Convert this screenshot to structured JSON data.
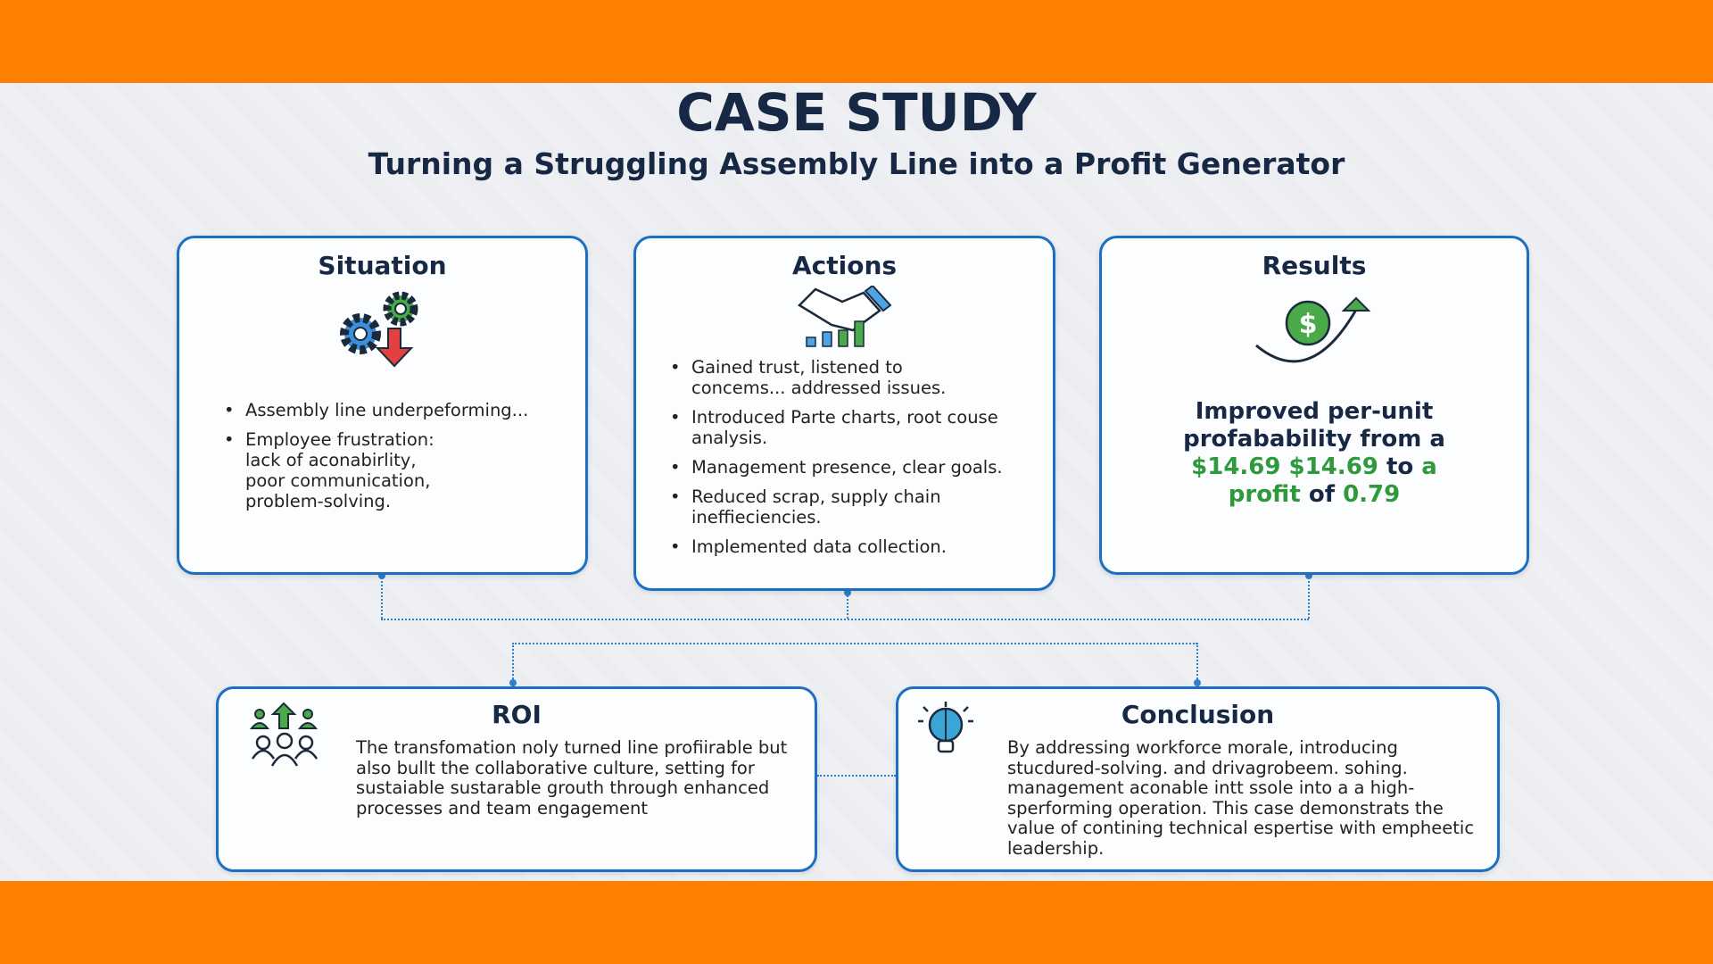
{
  "header": {
    "title": "CASE STUDY",
    "subtitle": "Turning a Struggling Assembly Line into a Profit Generator"
  },
  "situation": {
    "heading": "Situation",
    "bullets": [
      "Assembly line underpeforming...",
      "Employee frustration: lack of aconabirlity, poor communication, problem-solving."
    ]
  },
  "actions": {
    "heading": "Actions",
    "bullets": [
      "Gained trust, listened to concems... addressed issues.",
      "Introduced Parte charts, root couse analysis.",
      "Management presence, clear goals.",
      "Reduced scrap, supply chain ineffieciencies.",
      "Implemented data collection."
    ]
  },
  "results": {
    "heading": "Results",
    "line1": "Improved per-unit profabability from a",
    "amount1": "$14.69 $14.69",
    "to": "to",
    "a": "a",
    "profit": "profit",
    "of": "of",
    "amount2": "0.79"
  },
  "roi": {
    "heading": "ROI",
    "text": "The transfomation noly turned line profiirable but also bullt the collaborative culture, setting for sustaiable sustarable grouth through enhanced processes and team engagement"
  },
  "conclusion": {
    "heading": "Conclusion",
    "text": "By addressing workforce morale, introducing stucdured-solving. and drivagrobeem. sohing. management aconable intt ssole into a a high-sperforming operation. This case demonstrats the value of contining technical espertise with empheetic leadership."
  },
  "colors": {
    "orange": "#ff8000",
    "blue": "#1d6fc2",
    "green": "#2e9a3c",
    "navy": "#172844"
  }
}
